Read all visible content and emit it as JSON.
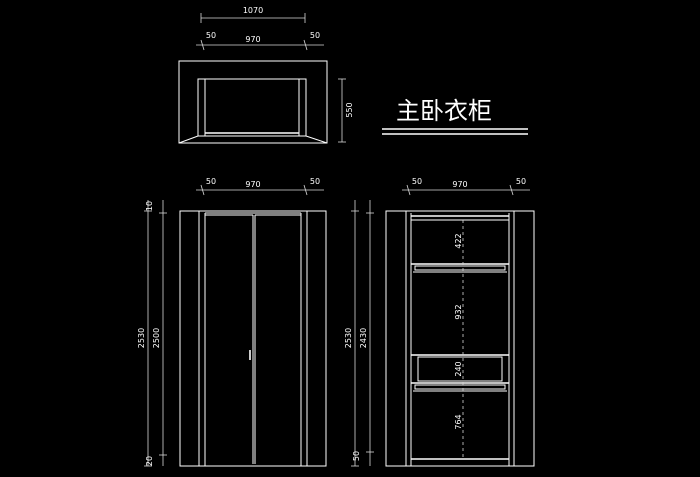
{
  "title": "主卧衣柜",
  "plan_view": {
    "overall_width": "1070",
    "side_left": "50",
    "inner_width": "970",
    "side_right": "50",
    "depth": "550"
  },
  "front_view": {
    "side_left": "50",
    "inner_width": "970",
    "side_right": "50",
    "top_gap": "10",
    "total_height": "2530",
    "door_height": "2500",
    "bottom_gap": "20"
  },
  "interior_view": {
    "side_left": "50",
    "inner_width": "970",
    "side_right": "50",
    "total_height": "2530",
    "inner_height": "2430",
    "bottom_base": "50",
    "compartments": [
      "422",
      "932",
      "240",
      "764"
    ]
  }
}
